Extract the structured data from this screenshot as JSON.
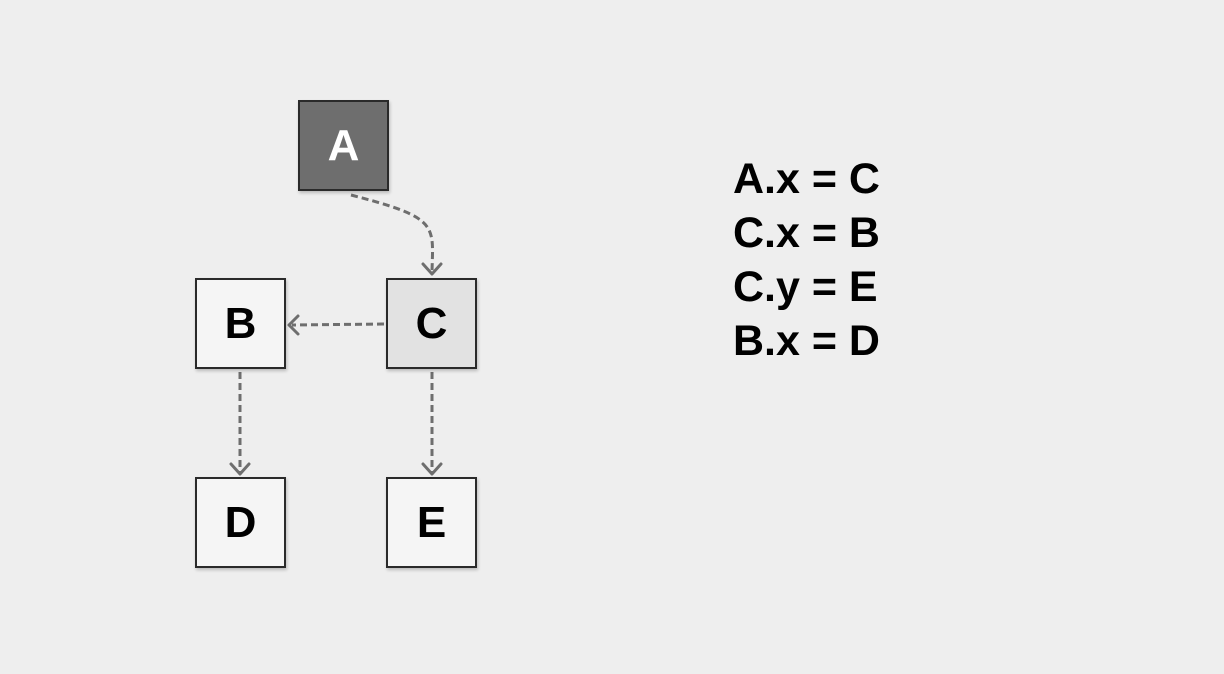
{
  "nodes": [
    {
      "id": "A",
      "label": "A",
      "fill": "#6e6e6e",
      "text_color": "#ffffff"
    },
    {
      "id": "B",
      "label": "B",
      "fill": "#f5f5f5",
      "text_color": "#000000"
    },
    {
      "id": "C",
      "label": "C",
      "fill": "#e2e2e2",
      "text_color": "#000000"
    },
    {
      "id": "D",
      "label": "D",
      "fill": "#f5f5f5",
      "text_color": "#000000"
    },
    {
      "id": "E",
      "label": "E",
      "fill": "#f5f5f5",
      "text_color": "#000000"
    }
  ],
  "edges": [
    {
      "from": "A",
      "to": "C",
      "style": "dashed"
    },
    {
      "from": "C",
      "to": "B",
      "style": "dashed"
    },
    {
      "from": "C",
      "to": "E",
      "style": "dashed"
    },
    {
      "from": "B",
      "to": "D",
      "style": "dashed"
    }
  ],
  "edge_color": "#6e6e6e",
  "equations": [
    "A.x = C",
    "C.x = B",
    "C.y = E",
    "B.x = D"
  ]
}
